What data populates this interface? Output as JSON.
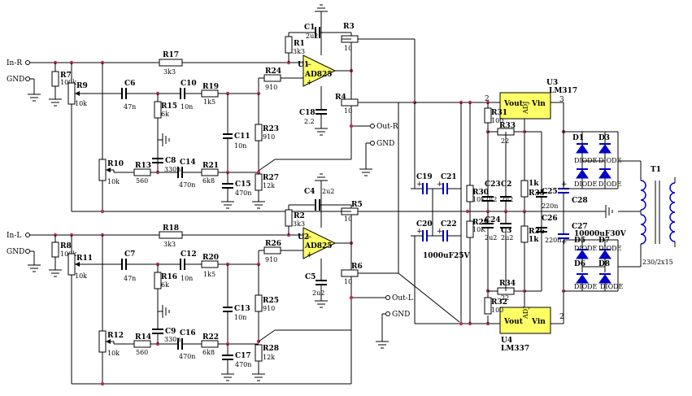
{
  "terminals": {
    "in_r": "In-R",
    "gnd_r": "GND",
    "in_l": "In-L",
    "gnd_l": "GND",
    "out_r": "Out-R",
    "gnd_out_r": "GND",
    "out_l": "Out-L",
    "gnd_out_l": "GND"
  },
  "opamps": {
    "u1_ref": "U1",
    "u1_part": "AD825",
    "u2_ref": "U2",
    "u2_part": "AD825",
    "minus": "−",
    "plus": "+"
  },
  "regulators": {
    "u3_ref": "U3",
    "u3_part": "LM317",
    "u4_ref": "U4",
    "u4_part": "LM337",
    "vout": "Vout",
    "vin": "Vin",
    "adj": "ADJ",
    "pin3": "3",
    "pin2a": "2",
    "pin2b": "2"
  },
  "transformer": {
    "ref": "T1",
    "value": "230/2x15"
  },
  "bulk_caps_note": "10000uF30V",
  "small_caps_note": "1000uF25V",
  "components": {
    "r1": [
      "R1",
      "3k3"
    ],
    "r2": [
      "R2",
      "3k3"
    ],
    "r3": [
      "R3",
      "10"
    ],
    "r4": [
      "R4",
      "10"
    ],
    "r5": [
      "R5",
      "10"
    ],
    "r6": [
      "R6",
      "10"
    ],
    "r7": [
      "R7",
      "100k"
    ],
    "r8": [
      "R8",
      "100k"
    ],
    "r9": [
      "R9",
      "10k"
    ],
    "r10": [
      "R10",
      "10k"
    ],
    "r11": [
      "R11",
      "10k"
    ],
    "r12": [
      "R12",
      "10k"
    ],
    "r13": [
      "R13",
      "560"
    ],
    "r14": [
      "R14",
      "560"
    ],
    "r15": [
      "R15",
      "6k"
    ],
    "r16": [
      "R16",
      "6k"
    ],
    "r17": [
      "R17",
      "3k3"
    ],
    "r18": [
      "R18",
      "3k3"
    ],
    "r19": [
      "R19",
      "1k5"
    ],
    "r20": [
      "R20",
      "1k5"
    ],
    "r21": [
      "R21",
      "6k8"
    ],
    "r22": [
      "R22",
      "6k8"
    ],
    "r23": [
      "R23",
      "910"
    ],
    "r24": [
      "R24",
      "910"
    ],
    "r25": [
      "R25",
      "910"
    ],
    "r26": [
      "R26",
      "910"
    ],
    "r27": [
      "R27",
      "12k"
    ],
    "r28": [
      "R28",
      "12k"
    ],
    "r29": [
      "R29",
      "10K"
    ],
    "r30": [
      "R30",
      "10K"
    ],
    "r31": [
      "R31",
      "100"
    ],
    "r32": [
      "R32",
      "100"
    ],
    "r33": [
      "R33",
      "22"
    ],
    "r34": [
      "R34",
      "22"
    ],
    "r35": [
      "R35",
      "1k"
    ],
    "r36": [
      "R36",
      "1k"
    ],
    "c1": [
      "C1",
      "2u2"
    ],
    "c2": [
      "C2",
      "2u2"
    ],
    "c3": [
      "C3",
      "2u2"
    ],
    "c4": [
      "C4",
      "2u2"
    ],
    "c5": [
      "C5",
      "2u2"
    ],
    "c6": [
      "C6",
      "47n"
    ],
    "c7": [
      "C7",
      "47n"
    ],
    "c8": [
      "C8",
      "330n"
    ],
    "c9": [
      "C9",
      "330n"
    ],
    "c10": [
      "C10",
      "10n"
    ],
    "c11": [
      "C11",
      "10n"
    ],
    "c12": [
      "C12",
      "10n"
    ],
    "c13": [
      "C13",
      "10n"
    ],
    "c14": [
      "C14",
      "470n"
    ],
    "c15": [
      "C15",
      "470n"
    ],
    "c16": [
      "C16",
      "470n"
    ],
    "c17": [
      "C17",
      "470n"
    ],
    "c18": [
      "C18",
      "2.2"
    ],
    "c19": [
      "C19"
    ],
    "c20": [
      "C20"
    ],
    "c21": [
      "C21"
    ],
    "c22": [
      "C22"
    ],
    "c23": [
      "C23",
      "2u2"
    ],
    "c24": [
      "C24",
      "2u2"
    ],
    "c25": [
      "C25",
      "220n"
    ],
    "c26": [
      "C26",
      "220n"
    ],
    "c27": [
      "C27"
    ],
    "c28": [
      "C28"
    ],
    "d1": [
      "D1",
      "DIODE"
    ],
    "d3": [
      "D3",
      "DIODE"
    ],
    "d2": [
      "DIODE"
    ],
    "d4": [
      "DIODE"
    ],
    "d5": [
      "D5",
      "DIODE"
    ],
    "d7": [
      "D7",
      "DIODE"
    ],
    "d6": [
      "D6",
      "DIODE"
    ],
    "d8": [
      "D8",
      "DIODE"
    ]
  }
}
